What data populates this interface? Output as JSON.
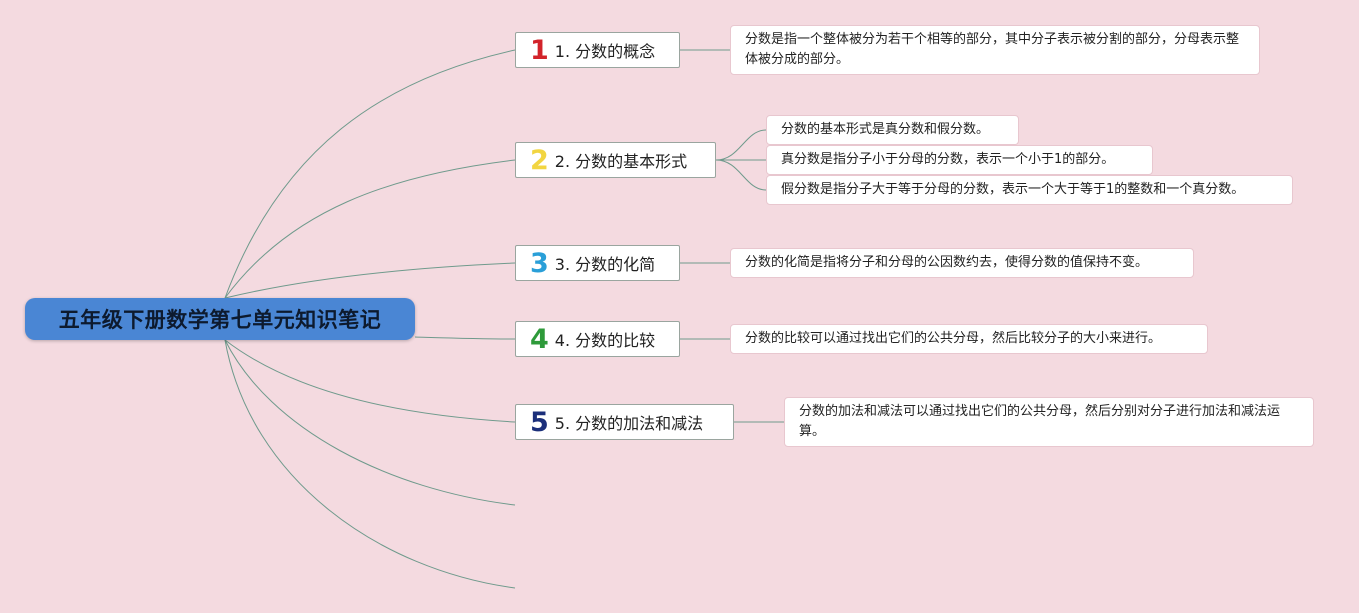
{
  "root": {
    "title": "五年级下册数学第七单元知识笔记"
  },
  "topics": [
    {
      "num": "1",
      "num_color": "#d2232a",
      "label": "1. 分数的概念",
      "notes": [
        "分数是指一个整体被分为若干个相等的部分，其中分子表示被分割的部分，分母表示整体被分成的部分。"
      ]
    },
    {
      "num": "2",
      "num_color": "#f2d541",
      "label": "2. 分数的基本形式",
      "notes": [
        "分数的基本形式是真分数和假分数。",
        "真分数是指分子小于分母的分数，表示一个小于1的部分。",
        "假分数是指分子大于等于分母的分数，表示一个大于等于1的整数和一个真分数。"
      ]
    },
    {
      "num": "3",
      "num_color": "#2a9fd8",
      "label": "3. 分数的化简",
      "notes": [
        "分数的化简是指将分子和分母的公因数约去，使得分数的值保持不变。"
      ]
    },
    {
      "num": "4",
      "num_color": "#2e9a3a",
      "label": "4. 分数的比较",
      "notes": [
        "分数的比较可以通过找出它们的公共分母，然后比较分子的大小来进行。"
      ]
    },
    {
      "num": "5",
      "num_color": "#1b2f7a",
      "label": "5. 分数的加法和减法",
      "notes": [
        "分数的加法和减法可以通过找出它们的公共分母，然后分别对分子进行加法和减法运算。"
      ]
    }
  ]
}
